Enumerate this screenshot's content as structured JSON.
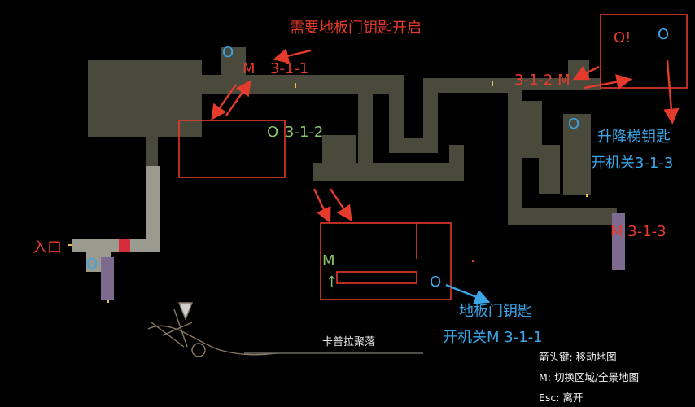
{
  "title_note": "需要地板门钥匙开启",
  "area_name": "卡普拉聚落",
  "entrance_label": "入口",
  "labels": {
    "o_top_left": "O",
    "m_top": "M",
    "room_311": "3-1-1",
    "o_mid_green": "O",
    "room_312_green": "3-1-2",
    "room_312_red": "3-1-2 M",
    "o_warn": "O!",
    "o_blue_topright": "O",
    "o_blue_right": "O",
    "o_blue_left": "O",
    "o_blue_bottom": "O",
    "m_313": "M 3-1-3",
    "m_green": "M",
    "arrow_up_green": "↑"
  },
  "elevator_key_note": [
    "升降梯钥匙",
    "开机关3-1-3"
  ],
  "floor_key_note": [
    "地板门钥匙",
    "开机关M 3-1-1"
  ],
  "legend": [
    "箭头键: 移动地图",
    "M: 切换区域/全景地图",
    "Esc: 离开"
  ],
  "colors": {
    "map_floor": "#4a4a3c",
    "corridor_light": "#9a9a8e",
    "annotation_red": "#e53b2c",
    "annotation_blue": "#3aa6e8",
    "annotation_green": "#8ac46a",
    "save_marker": "#d62b3a",
    "purple_corridor": "#7d6b8f"
  }
}
